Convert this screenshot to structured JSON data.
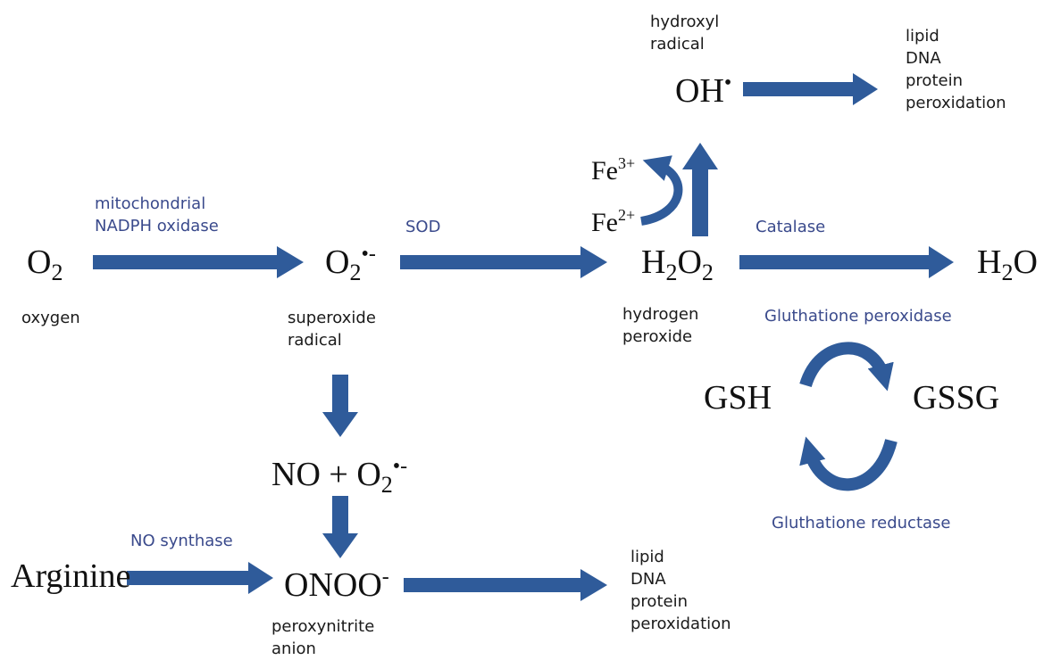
{
  "colors": {
    "arrow": "#2f5b9a",
    "enzyme_text": "#3a4a8c",
    "label_text": "#1a1a1a"
  },
  "species": {
    "oxygen": {
      "formula": "O",
      "sub": "2",
      "label": "oxygen"
    },
    "superoxide": {
      "formula": "O",
      "sub": "2",
      "sup": "•-",
      "label": [
        "superoxide",
        "radical"
      ]
    },
    "hydrogen_peroxide": {
      "formula_parts": [
        "H",
        "2",
        "O",
        "2"
      ],
      "label": [
        "hydrogen",
        "peroxide"
      ]
    },
    "water": {
      "formula": "H",
      "sub": "2",
      "after": "O"
    },
    "hydroxyl": {
      "formula": "OH",
      "sup": "•",
      "label": [
        "hydroxyl",
        "radical"
      ]
    },
    "fe3": {
      "formula": "Fe",
      "sup": "3+"
    },
    "fe2": {
      "formula": "Fe",
      "sup": "2+"
    },
    "gsh": "GSH",
    "gssg": "GSSG",
    "no_plus_superoxide": {
      "prefix": "NO + O",
      "sub": "2",
      "sup": "•-"
    },
    "arginine": "Arginine",
    "peroxynitrite": {
      "formula": "ONOO",
      "sup": "-",
      "label": [
        "peroxynitrite",
        "anion"
      ]
    }
  },
  "enzymes": {
    "nadph": [
      "mitochondrial",
      "NADPH oxidase"
    ],
    "sod": "SOD",
    "catalase": "Catalase",
    "gpx": "Gluthatione peroxidase",
    "gr": "Gluthatione reductase",
    "nos": "NO synthase"
  },
  "damage_top": [
    "lipid",
    "DNA",
    "protein",
    "peroxidation"
  ],
  "damage_bottom": [
    "lipid",
    "DNA",
    "protein",
    "peroxidation"
  ]
}
